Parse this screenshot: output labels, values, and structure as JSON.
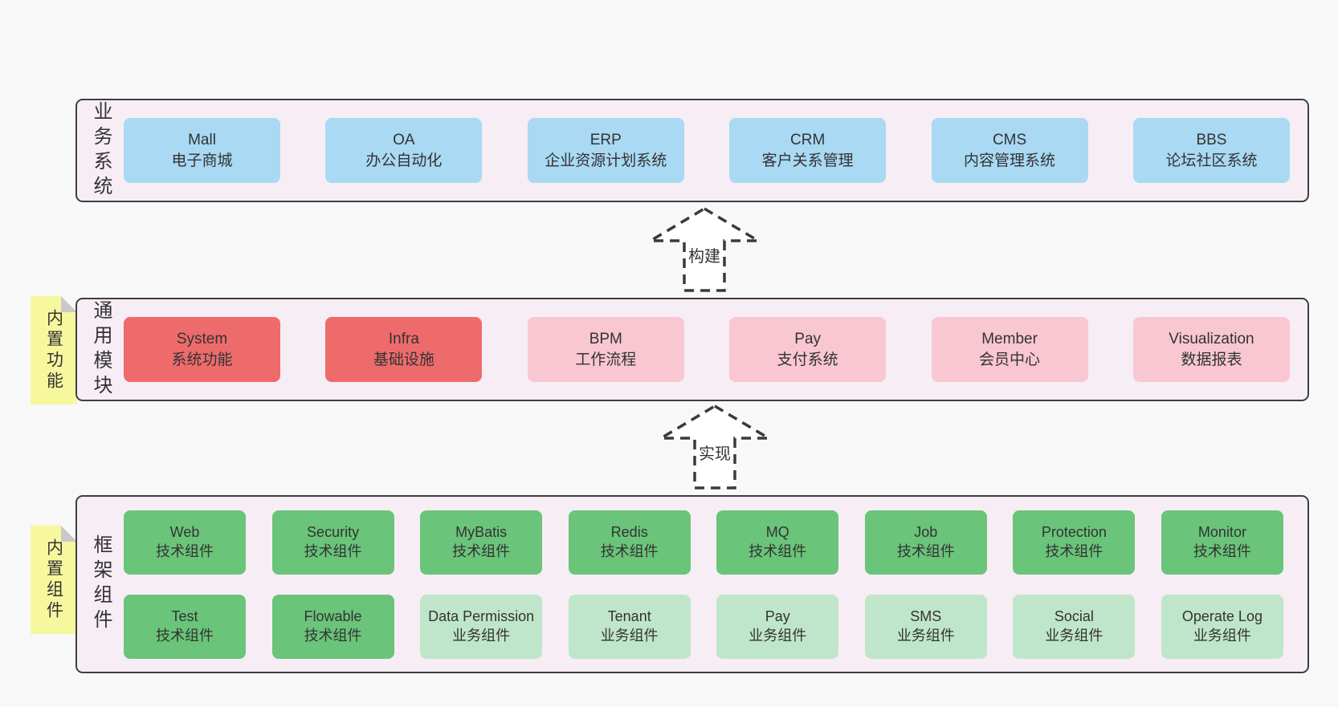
{
  "colors": {
    "page_bg": "#f8f8f8",
    "band_bg": "#f7edf5",
    "band_border": "#3f3f3f",
    "blue": "#a9d9f3",
    "red": "#ee6b6b",
    "pink": "#f9c7d1",
    "green": "#6ac479",
    "green_light": "#bfe6ca",
    "sticky_yellow": "#f7f79e",
    "sticky_fold": "#c9c9c9",
    "text": "#333333"
  },
  "arrows": [
    {
      "label": "构建"
    },
    {
      "label": "实现"
    }
  ],
  "bands": [
    {
      "label": "业务系统",
      "boxes": [
        {
          "name": "Mall",
          "desc": "电子商城",
          "color": "blue"
        },
        {
          "name": "OA",
          "desc": "办公自动化",
          "color": "blue"
        },
        {
          "name": "ERP",
          "desc": "企业资源计划系统",
          "color": "blue"
        },
        {
          "name": "CRM",
          "desc": "客户关系管理",
          "color": "blue"
        },
        {
          "name": "CMS",
          "desc": "内容管理系统",
          "color": "blue"
        },
        {
          "name": "BBS",
          "desc": "论坛社区系统",
          "color": "blue"
        }
      ]
    },
    {
      "label": "通用模块",
      "sticky": "内置功能",
      "boxes": [
        {
          "name": "System",
          "desc": "系统功能",
          "color": "red"
        },
        {
          "name": "Infra",
          "desc": "基础设施",
          "color": "red"
        },
        {
          "name": "BPM",
          "desc": "工作流程",
          "color": "pink"
        },
        {
          "name": "Pay",
          "desc": "支付系统",
          "color": "pink"
        },
        {
          "name": "Member",
          "desc": "会员中心",
          "color": "pink"
        },
        {
          "name": "Visualization",
          "desc": "数据报表",
          "color": "pink"
        }
      ]
    },
    {
      "label": "框架组件",
      "sticky": "内置组件",
      "rows": [
        [
          {
            "name": "Web",
            "desc": "技术组件",
            "color": "green"
          },
          {
            "name": "Security",
            "desc": "技术组件",
            "color": "green"
          },
          {
            "name": "MyBatis",
            "desc": "技术组件",
            "color": "green"
          },
          {
            "name": "Redis",
            "desc": "技术组件",
            "color": "green"
          },
          {
            "name": "MQ",
            "desc": "技术组件",
            "color": "green"
          },
          {
            "name": "Job",
            "desc": "技术组件",
            "color": "green"
          },
          {
            "name": "Protection",
            "desc": "技术组件",
            "color": "green"
          },
          {
            "name": "Monitor",
            "desc": "技术组件",
            "color": "green"
          }
        ],
        [
          {
            "name": "Test",
            "desc": "技术组件",
            "color": "green"
          },
          {
            "name": "Flowable",
            "desc": "技术组件",
            "color": "green"
          },
          {
            "name": "Data Permission",
            "desc": "业务组件",
            "color": "green-light"
          },
          {
            "name": "Tenant",
            "desc": "业务组件",
            "color": "green-light"
          },
          {
            "name": "Pay",
            "desc": "业务组件",
            "color": "green-light"
          },
          {
            "name": "SMS",
            "desc": "业务组件",
            "color": "green-light"
          },
          {
            "name": "Social",
            "desc": "业务组件",
            "color": "green-light"
          },
          {
            "name": "Operate Log",
            "desc": "业务组件",
            "color": "green-light"
          }
        ]
      ]
    }
  ]
}
